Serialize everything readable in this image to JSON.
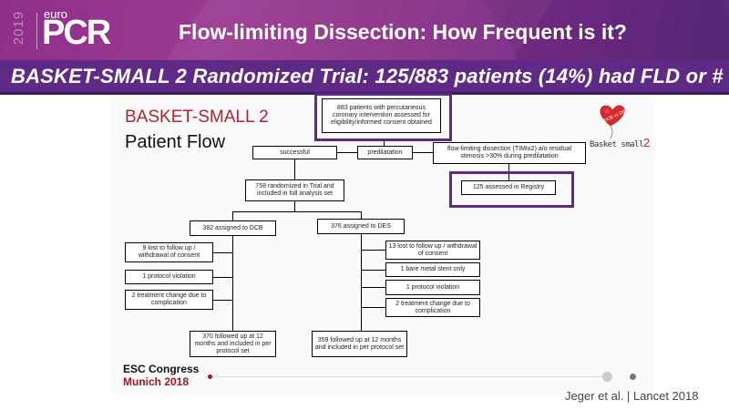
{
  "header": {
    "logo": {
      "year": "2019",
      "prefix": "euro",
      "name": "PCR"
    },
    "title": "Flow-limiting Dissection: How Frequent is it?"
  },
  "banner": {
    "text": "BASKET-SMALL  2 Randomized Trial: 125/883 patients (14%) had FLD or #"
  },
  "slide": {
    "title": "BASKET-SMALL 2",
    "subtitle": "Patient Flow",
    "logo_text": "Basket small",
    "logo_number": "2",
    "logo_heart_text": "DCB vs DES",
    "flow": {
      "assessed": "883 patients with percutaneous coronary intervention assessed for eligibility/informed consent obtained",
      "predilatation": "predilatation",
      "successful": "successful",
      "fld": "flow-limiting dissection (TIMI≤2) a/o residual stenosis >30% during predilatation",
      "registry": "125 assessed in Registry",
      "randomized": "758 randomized in Trial and included in full analysis set",
      "dcb": "382 assigned to DCB",
      "des": "376 assigned to DES",
      "dcb_exclusions": [
        "9 lost to follow up / withdrawal of consent",
        "1 protocol violation",
        "2 treatment change due to complication"
      ],
      "des_exclusions": [
        "13 lost to follow up / withdrawal of consent",
        "1 bare metal stent only",
        "1 protocol violation",
        "2 treatment change due to complication"
      ],
      "dcb_final": "370 followed up at 12 months and included in per protocol set",
      "des_final": "359 followed up at 12 months and included in per protocol set"
    },
    "footer": {
      "line1": "ESC Congress",
      "line2": "Munich 2018"
    }
  },
  "citation": "Jeger et al. | Lancet 2018",
  "colors": {
    "brand_purple": "#5e2a86",
    "header_magenta": "#8e2f8a",
    "trial_red": "#b22234",
    "esc_red": "#a0162a"
  }
}
